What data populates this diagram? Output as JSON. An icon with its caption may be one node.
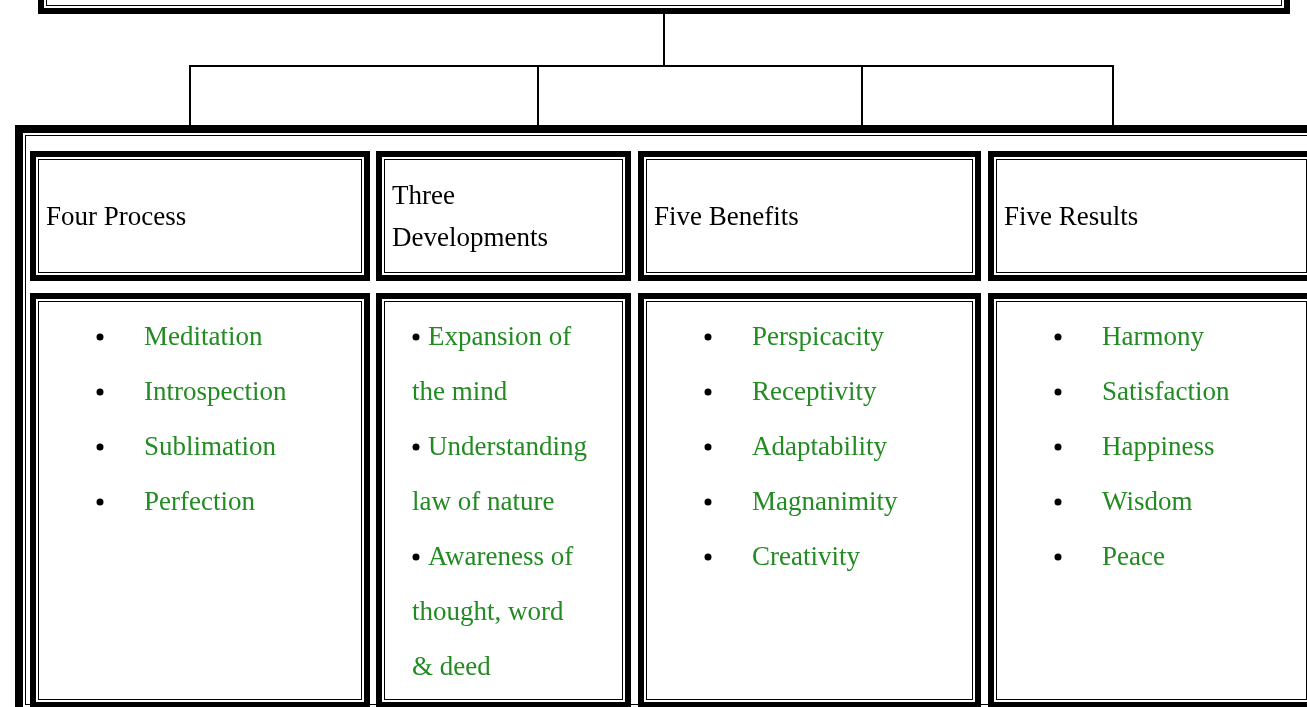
{
  "diagram": {
    "nodes": [
      {
        "text": [],
        "shape": "box"
      },
      {
        "text": [],
        "shape": "box"
      },
      {
        "text": [
          "Four Process"
        ],
        "in": 1
      },
      {
        "text": [
          "Three Developments"
        ],
        "in": 1
      },
      {
        "text": [
          "Five Benefits"
        ],
        "in": 1
      },
      {
        "text": [
          "Five Results"
        ],
        "in": 1
      },
      {
        "text": [
          "Meditation",
          "Introspection",
          "Sublimation",
          "Perfection"
        ],
        "in": 1
      },
      {
        "text": [
          "Expansion of the mind",
          "Understanding law of nature",
          "Awareness of thought, word & deed"
        ],
        "in": 1
      },
      {
        "text": [
          "Perspicacity",
          "Receptivity",
          "Adaptability",
          "Magnanimity",
          "Creativity"
        ],
        "in": 1
      },
      {
        "text": [
          "Harmony",
          "Satisfaction",
          "Happiness",
          "Wisdom",
          "Peace"
        ],
        "in": 1
      }
    ],
    "edges": [
      {
        "from": 0,
        "to": 2,
        "arrow": "none"
      },
      {
        "from": 0,
        "to": 3,
        "arrow": "none"
      },
      {
        "from": 0,
        "to": 4,
        "arrow": "none"
      },
      {
        "from": 0,
        "to": 5,
        "arrow": "none"
      }
    ]
  }
}
